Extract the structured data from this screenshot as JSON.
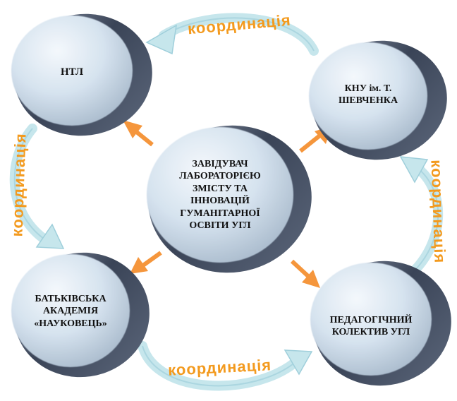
{
  "nodes": {
    "center": "ЗАВІДУВАЧ\nЛАБОРАТОРІЄЮ\nЗМІСТУ ТА\nІННОВАЦІЙ\nГУМАНІТАРНОЇ\nОСВІТИ УГЛ",
    "ntl": "НТЛ",
    "knu": "КНУ ім. Т.\nШЕВЧЕНКА",
    "academy": "БАТЬКІВСЬКА\nАКАДЕМІЯ\n«НАУКОВЕЦЬ»",
    "collective": "ПЕДАГОГІЧНИЙ\nКОЛЕКТИВ УГЛ"
  },
  "coordination": {
    "top": "координація",
    "left": "координація",
    "right": "координація",
    "bottom": "координація"
  },
  "colors": {
    "arrow": "#f5963c",
    "coordination_text": "#f39a1e",
    "circle_face": "#d3e2f0",
    "circle_side": "#3c4659",
    "curved_arrow": "#bfe3ea"
  }
}
